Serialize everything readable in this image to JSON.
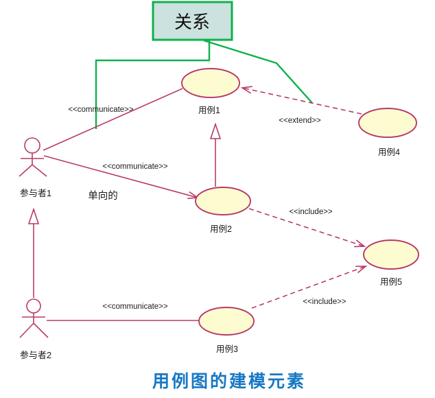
{
  "diagram": {
    "note_box": {
      "label": "关系"
    },
    "actors": [
      {
        "id": "actor1",
        "label": "参与者1"
      },
      {
        "id": "actor2",
        "label": "参与者2"
      }
    ],
    "use_cases": [
      {
        "id": "usecase1",
        "label": "用例1"
      },
      {
        "id": "usecase2",
        "label": "用例2"
      },
      {
        "id": "usecase3",
        "label": "用例3"
      },
      {
        "id": "usecase4",
        "label": "用例4"
      },
      {
        "id": "usecase5",
        "label": "用例5"
      }
    ],
    "edge_labels": {
      "communicate_actor1_usecase1": "<<communicate>>",
      "communicate_actor1_usecase2": "<<communicate>>",
      "unidirectional_note": "单向的",
      "extend_usecase4_usecase1": "<<extend>>",
      "include_usecase2_usecase5": "<<include>>",
      "include_usecase3_usecase5": "<<include>>",
      "communicate_actor2_usecase3": "<<communicate>>"
    },
    "caption": "用例图的建模元素"
  },
  "colors": {
    "line-color": "#b73a6a",
    "usecase-fill": "#fdfbd0",
    "note-fill": "#cbe2de",
    "note-border": "#0db14b",
    "label-color": "#1a1a1a",
    "caption-color": "#1778c4"
  }
}
